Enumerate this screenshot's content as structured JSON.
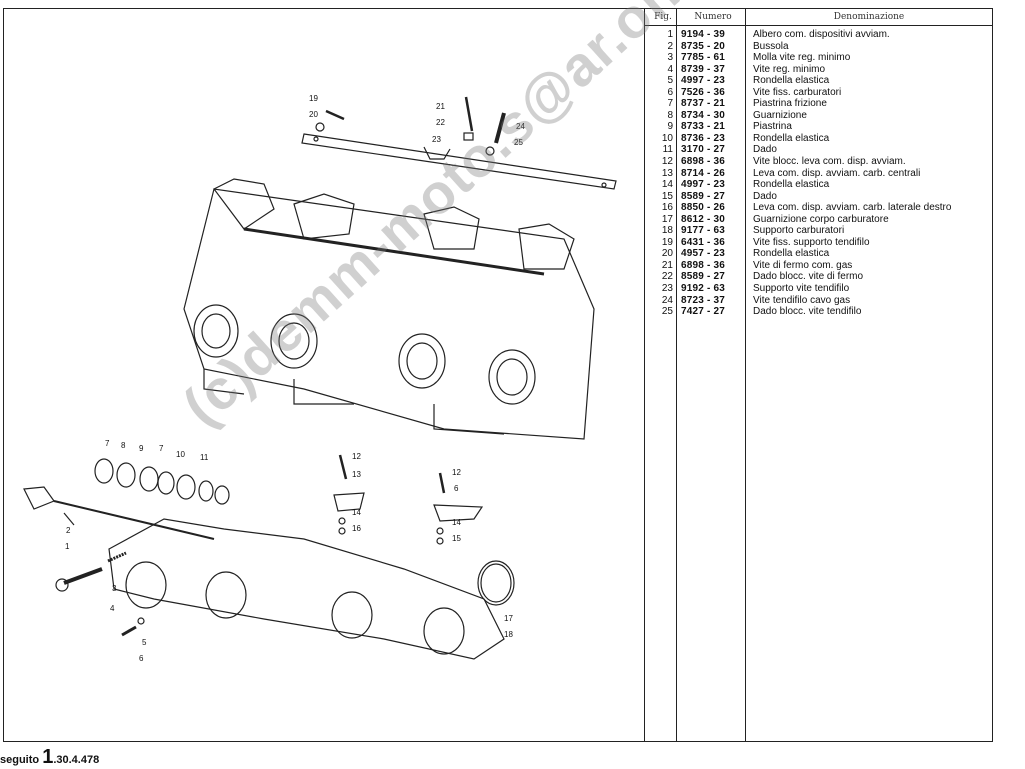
{
  "table": {
    "headers": {
      "fig": "Fig.",
      "numero": "Numero",
      "denominazione": "Denominazione"
    },
    "rows": [
      {
        "fig": "1",
        "num": "9194 - 39",
        "den": "Albero com. dispositivi avviam."
      },
      {
        "fig": "2",
        "num": "8735 - 20",
        "den": "Bussola"
      },
      {
        "fig": "3",
        "num": "7785 - 61",
        "den": "Molla vite reg. minimo"
      },
      {
        "fig": "4",
        "num": "8739 - 37",
        "den": "Vite reg. minimo"
      },
      {
        "fig": "5",
        "num": "4997 - 23",
        "den": "Rondella elastica"
      },
      {
        "fig": "6",
        "num": "7526 - 36",
        "den": "Vite fiss. carburatori"
      },
      {
        "fig": "7",
        "num": "8737 - 21",
        "den": "Piastrina frizione"
      },
      {
        "fig": "8",
        "num": "8734 - 30",
        "den": "Guarnizione"
      },
      {
        "fig": "9",
        "num": "8733 - 21",
        "den": "Piastrina"
      },
      {
        "fig": "10",
        "num": "8736 - 23",
        "den": "Rondella elastica"
      },
      {
        "fig": "11",
        "num": "3170 - 27",
        "den": "Dado"
      },
      {
        "fig": "12",
        "num": "6898 - 36",
        "den": "Vite blocc. leva com. disp. avviam."
      },
      {
        "fig": "13",
        "num": "8714 - 26",
        "den": "Leva com. disp. avviam. carb. centrali"
      },
      {
        "fig": "14",
        "num": "4997 - 23",
        "den": "Rondella elastica"
      },
      {
        "fig": "15",
        "num": "8589 - 27",
        "den": "Dado"
      },
      {
        "fig": "16",
        "num": "8850 - 26",
        "den": "Leva com. disp. avviam. carb. laterale destro"
      },
      {
        "fig": "17",
        "num": "8612 - 30",
        "den": "Guarnizione corpo carburatore"
      },
      {
        "fig": "18",
        "num": "9177 - 63",
        "den": "Supporto carburatori"
      },
      {
        "fig": "19",
        "num": "6431 - 36",
        "den": "Vite fiss. supporto tendifilo"
      },
      {
        "fig": "20",
        "num": "4957 - 23",
        "den": "Rondella elastica"
      },
      {
        "fig": "21",
        "num": "6898 - 36",
        "den": "Vite di fermo com. gas"
      },
      {
        "fig": "22",
        "num": "8589 - 27",
        "den": "Dado blocc. vite di fermo"
      },
      {
        "fig": "23",
        "num": "9192 - 63",
        "den": "Supporto vite tendifilo"
      },
      {
        "fig": "24",
        "num": "8723 - 37",
        "den": "Vite tendifilo cavo gas"
      },
      {
        "fig": "25",
        "num": "7427 - 27",
        "den": "Dado blocc. vite tendifilo"
      }
    ]
  },
  "footer": {
    "prefix": "seguito",
    "code_major": "1",
    "code_rest": ".30.4.478"
  },
  "watermark": "(c)demm-moto.s@ar.on",
  "callouts": {
    "c1": "1",
    "c2": "2",
    "c3": "3",
    "c4": "4",
    "c5": "5",
    "c6": "6",
    "c7a": "7",
    "c8": "8",
    "c9": "9",
    "c7b": "7",
    "c10": "10",
    "c11": "11",
    "c12a": "12",
    "c13": "13",
    "c14a": "14",
    "c16a": "16",
    "c12b": "12",
    "c16b": "6",
    "c14b": "14",
    "c15": "15",
    "c17": "17",
    "c18": "18",
    "c19": "19",
    "c20": "20",
    "c21": "21",
    "c22": "22",
    "c23": "23",
    "c24": "24",
    "c25": "25"
  }
}
